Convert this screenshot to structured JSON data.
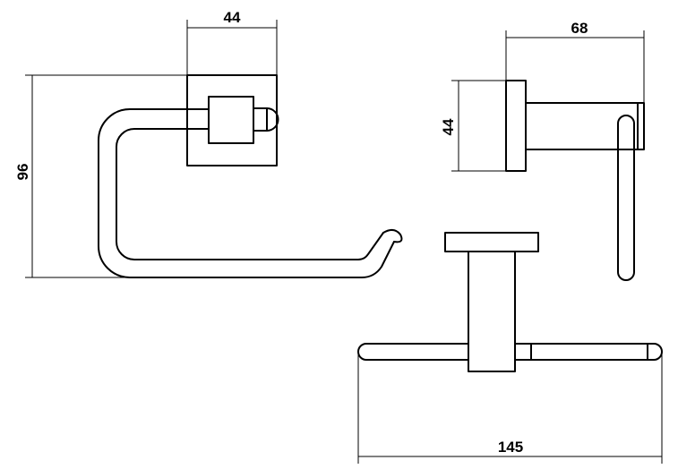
{
  "dimensions": {
    "front_width": "44",
    "front_height": "96",
    "side_depth": "68",
    "side_height": "44",
    "top_length": "145"
  },
  "colors": {
    "line": "#000000",
    "background": "#ffffff"
  }
}
